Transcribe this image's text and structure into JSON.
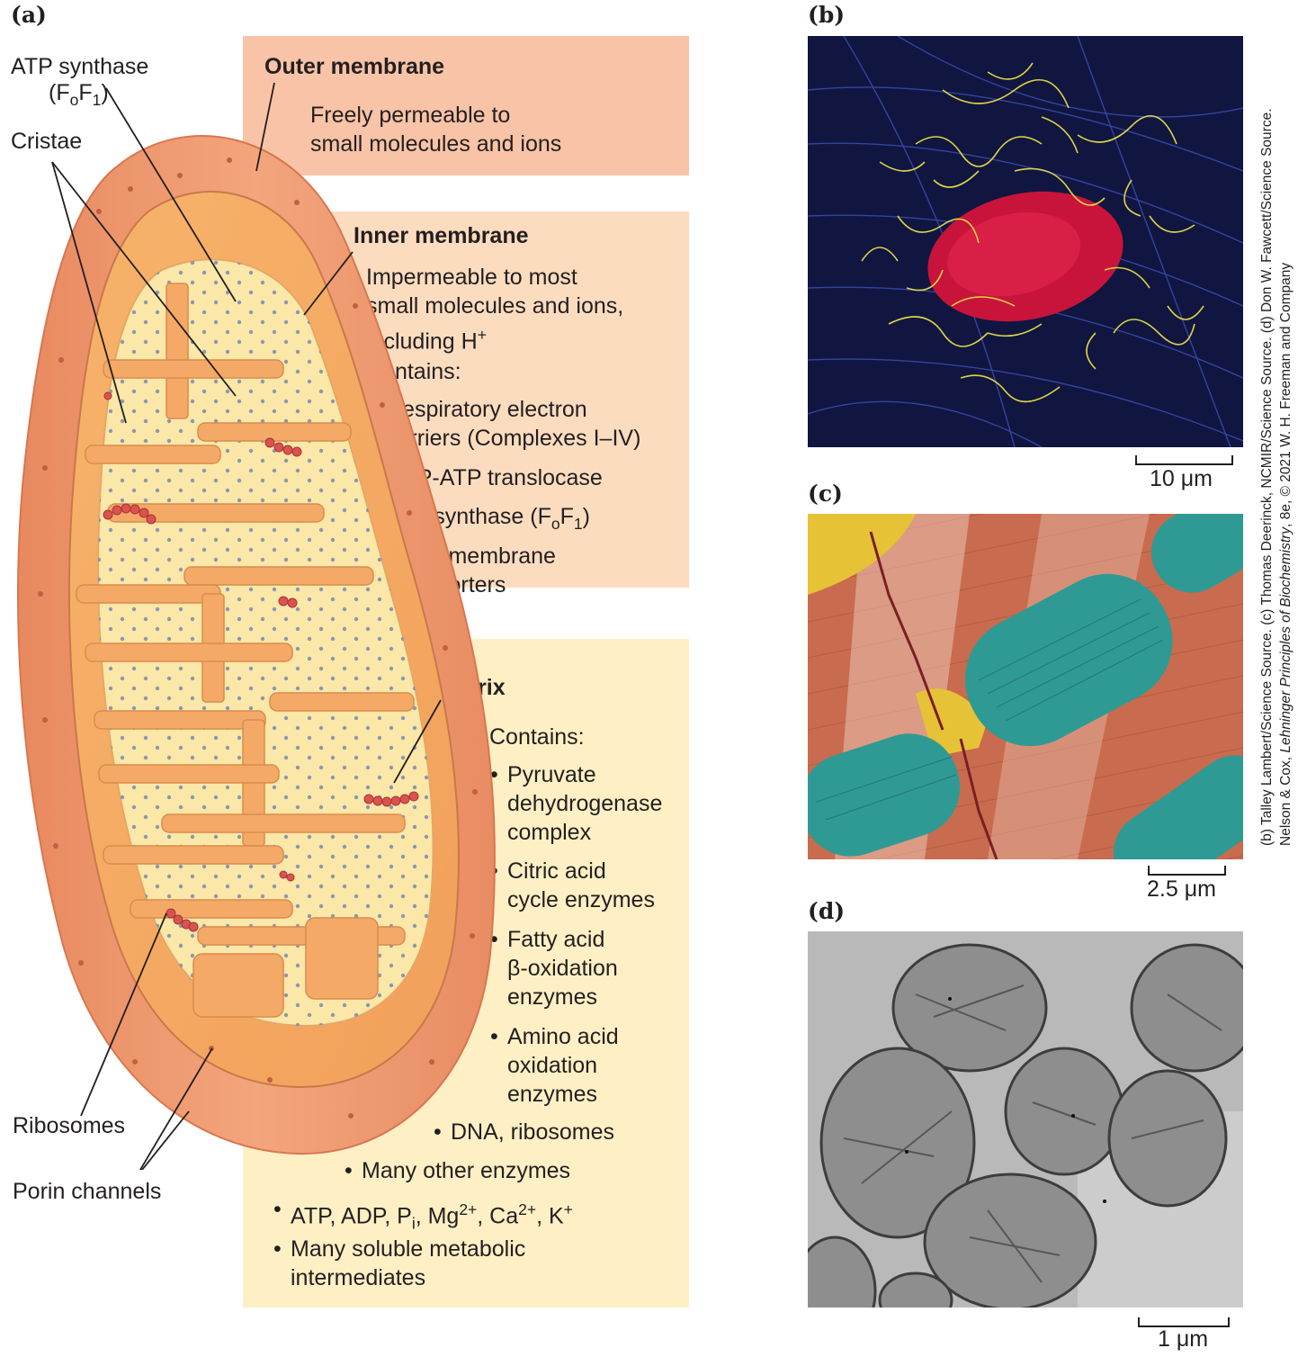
{
  "panels": {
    "a": "(a)",
    "b": "(b)",
    "c": "(c)",
    "d": "(d)"
  },
  "diagram_labels": {
    "atp_synthase": "ATP synthase",
    "fof1_f": "F",
    "fof1_o": "o",
    "fof1_F": "F",
    "fof1_1": "1",
    "cristae": "Cristae",
    "ribosomes": "Ribosomes",
    "porin_channels": "Porin channels"
  },
  "outer_membrane": {
    "title": "Outer membrane",
    "line1": "Freely permeable to",
    "line2": "small molecules and ions"
  },
  "inner_membrane": {
    "title": "Inner membrane",
    "line1": "Impermeable to most",
    "line2": "small molecules and ions,",
    "line3_pre": "including H",
    "line3_sup": "+",
    "contains": "Contains:",
    "b1_l1": "Respiratory electron",
    "b1_l2": "carriers (Complexes I–IV)",
    "b2": "ADP-ATP translocase",
    "b3_pre": "ATP synthase (F",
    "b3_sub": "o",
    "b3_mid": "F",
    "b3_sub2": "1",
    "b3_post": ")",
    "b4_l1": "Other membrane",
    "b4_l2": "transporters"
  },
  "matrix": {
    "title": "Matrix",
    "contains": "Contains:",
    "b1_l1": "Pyruvate",
    "b1_l2": "dehydrogenase",
    "b1_l3": "complex",
    "b2_l1": "Citric acid",
    "b2_l2": "cycle enzymes",
    "b3_l1": "Fatty acid",
    "b3_l2": "β-oxidation",
    "b3_l3": "enzymes",
    "b4_l1": "Amino acid",
    "b4_l2": "oxidation",
    "b4_l3": "enzymes",
    "b5": "DNA, ribosomes",
    "b6": "Many other enzymes",
    "b7_a": "ATP, ADP, P",
    "b7_i": "i",
    "b7_b": ", Mg",
    "b7_s1": "2+",
    "b7_c": ", Ca",
    "b7_s2": "2+",
    "b7_d": ", K",
    "b7_s3": "+",
    "b8_l1": "Many soluble metabolic",
    "b8_l2": "intermediates"
  },
  "scale_bars": {
    "b": "10 μm",
    "c": "2.5 μm",
    "d": "1 μm"
  },
  "credit": {
    "line1": "(b) Talley Lambert/Science Source. (c) Thomas Deerinck, NCMIR/Science Source. (d) Don W. Fawcett/Science Source.",
    "line2_pre": "Nelson & Cox, ",
    "line2_em": "Lehninger Principles of Biochemistry",
    "line2_post": ", 8e, © 2021 W. H. Freeman and Company"
  }
}
